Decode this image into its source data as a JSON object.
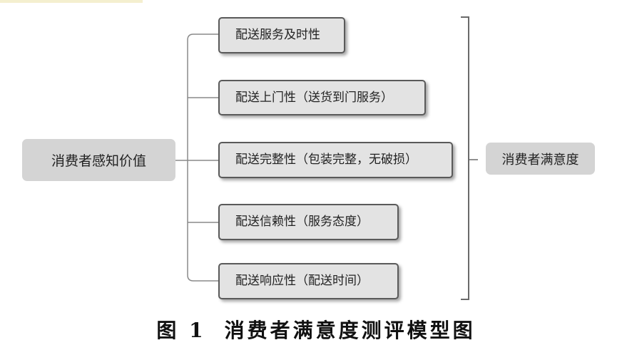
{
  "diagram": {
    "left_node": "消费者感知价值",
    "right_node": "消费者满意度",
    "branches": [
      "配送服务及时性",
      "配送上门性（送货到门服务）",
      "配送完整性（包装完整，无破损）",
      "配送信赖性（服务态度）",
      "配送响应性（配送时间）"
    ]
  },
  "caption": {
    "figure_number": "图 1",
    "title": "消费者满意度测评模型图"
  },
  "colors": {
    "box_fill": "#e3e3e3",
    "box_border": "#5a5a5a",
    "main_fill": "#d4d4d4",
    "connector": "#8a8a8a"
  }
}
